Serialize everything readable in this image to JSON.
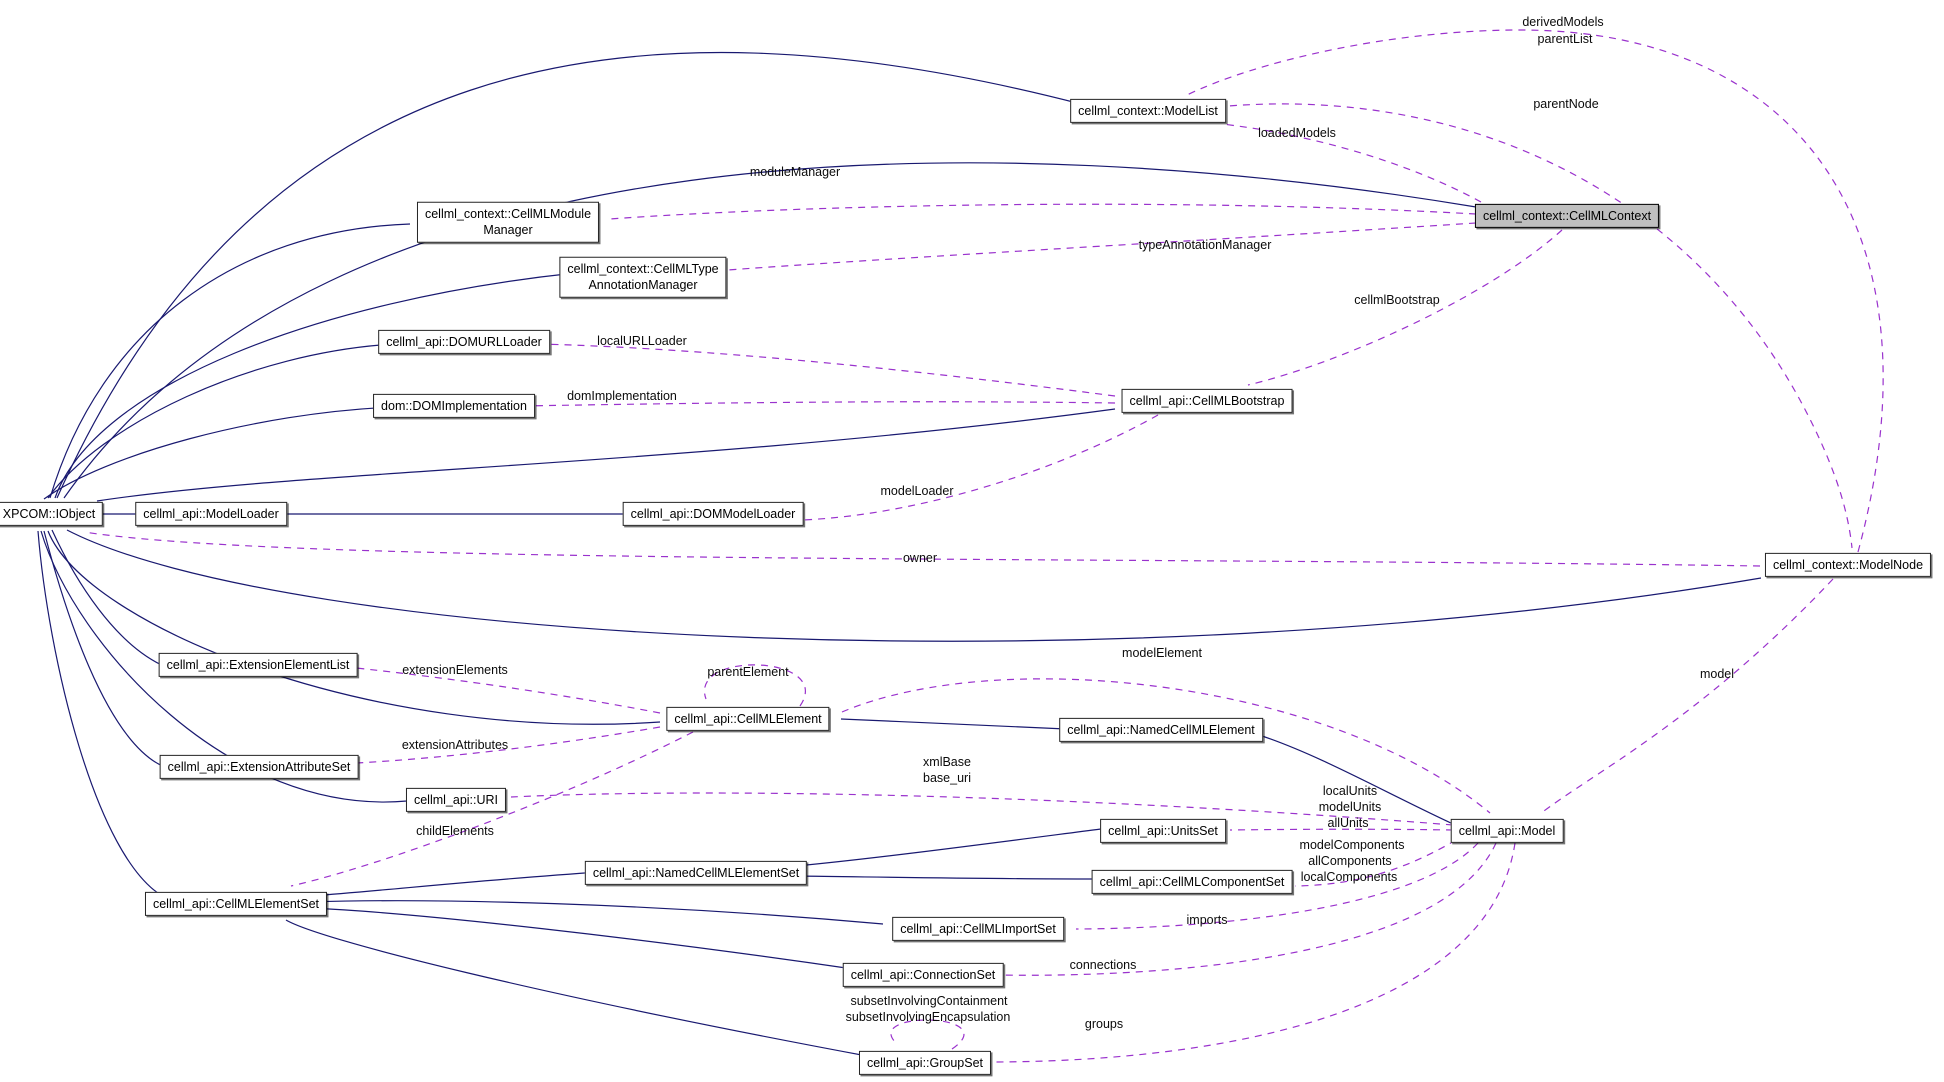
{
  "diagram": {
    "kind": "class-collaboration-graph",
    "colors": {
      "background": "#ffffff",
      "inheritance_edge": "#191970",
      "usage_edge": "#9a32cd",
      "node_border": "#232323",
      "node_fill": "#ffffff",
      "highlighted_node_fill": "#bfbfbf"
    },
    "nodes": {
      "iobject": {
        "label": "XPCOM::IObject"
      },
      "modelloader": {
        "label": "cellml_api::ModelLoader"
      },
      "dommodelloader": {
        "label": "cellml_api::DOMModelLoader"
      },
      "modellist": {
        "label": "cellml_context::ModelList"
      },
      "context": {
        "label": "cellml_context::CellMLContext",
        "highlighted": true
      },
      "modulemgr": {
        "label": "cellml_context::CellMLModule",
        "label2": "Manager"
      },
      "typeannmgr": {
        "label": "cellml_context::CellMLType",
        "label2": "AnnotationManager"
      },
      "domurlloader": {
        "label": "cellml_api::DOMURLLoader"
      },
      "domimpl": {
        "label": "dom::DOMImplementation"
      },
      "bootstrap": {
        "label": "cellml_api::CellMLBootstrap"
      },
      "modelnode": {
        "label": "cellml_context::ModelNode"
      },
      "extelemlist": {
        "label": "cellml_api::ExtensionElementList"
      },
      "cellmlelement": {
        "label": "cellml_api::CellMLElement"
      },
      "namedelement": {
        "label": "cellml_api::NamedCellMLElement"
      },
      "extattrset": {
        "label": "cellml_api::ExtensionAttributeSet"
      },
      "uri": {
        "label": "cellml_api::URI"
      },
      "unitsset": {
        "label": "cellml_api::UnitsSet"
      },
      "model": {
        "label": "cellml_api::Model"
      },
      "namedelementset": {
        "label": "cellml_api::NamedCellMLElementSet"
      },
      "componentset": {
        "label": "cellml_api::CellMLComponentSet"
      },
      "elementset": {
        "label": "cellml_api::CellMLElementSet"
      },
      "importset": {
        "label": "cellml_api::CellMLImportSet"
      },
      "connectionset": {
        "label": "cellml_api::ConnectionSet"
      },
      "groupset": {
        "label": "cellml_api::GroupSet"
      }
    },
    "labels": {
      "derivedModels": "derivedModels",
      "parentList": "parentList",
      "parentNode": "parentNode",
      "loadedModels": "loadedModels",
      "moduleManager": "moduleManager",
      "typeAnnotationManager": "typeAnnotationManager",
      "cellmlBootstrap": "cellmlBootstrap",
      "localURLLoader": "localURLLoader",
      "domImplementation": "domImplementation",
      "modelLoader": "modelLoader",
      "owner": "owner",
      "extensionElements": "extensionElements",
      "parentElement": "parentElement",
      "modelElement": "modelElement",
      "extensionAttributes": "extensionAttributes",
      "xmlBase": "xmlBase",
      "base_uri": "base_uri",
      "childElements": "childElements",
      "localUnits": "localUnits",
      "modelUnits": "modelUnits",
      "allUnits": "allUnits",
      "modelComponents": "modelComponents",
      "allComponents": "allComponents",
      "localComponents": "localComponents",
      "imports": "imports",
      "connections": "connections",
      "subsetInvolvingContainment": "subsetInvolvingContainment",
      "subsetInvolvingEncapsulation": "subsetInvolvingEncapsulation",
      "groups": "groups",
      "model": "model"
    }
  }
}
